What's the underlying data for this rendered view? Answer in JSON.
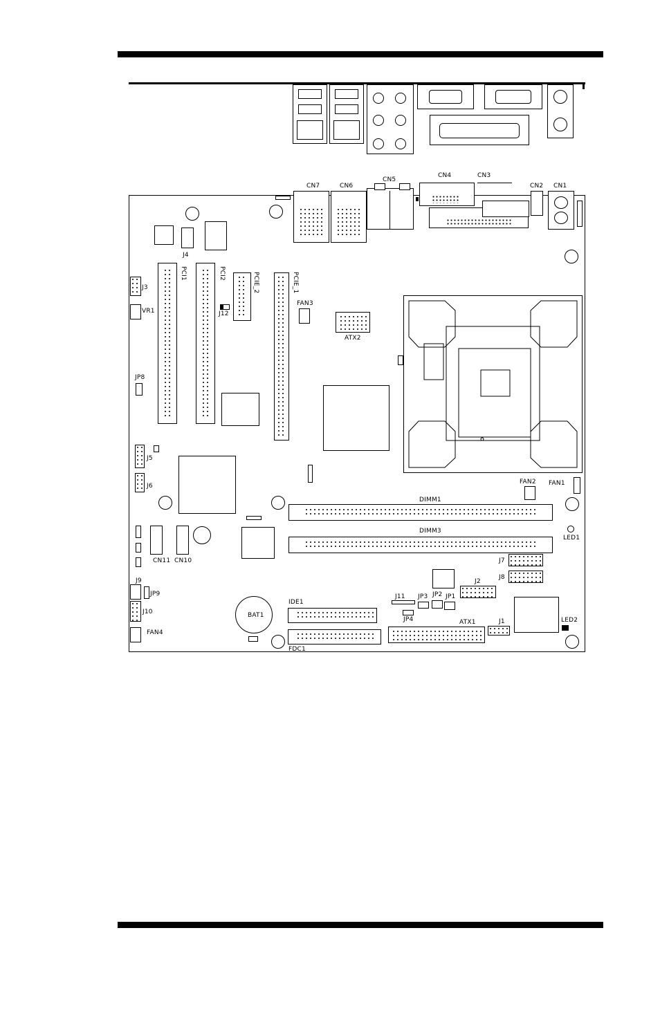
{
  "labels": {
    "cn7": "CN7",
    "cn6": "CN6",
    "cn5": "CN5",
    "cn4": "CN4",
    "cn3": "CN3",
    "cn2": "CN2",
    "cn1": "CN1",
    "j4": "J4",
    "j3": "J3",
    "vr1": "VR1",
    "pci1": "PCI1",
    "pci2": "PCI2",
    "pcie2": "PCIE_2",
    "pcie1": "PCIE_1",
    "j12": "J12",
    "fan3": "FAN3",
    "atx2": "ATX2",
    "jp8": "JP8",
    "j5": "J5",
    "j6": "J6",
    "fan2": "FAN2",
    "fan1": "FAN1",
    "dimm1": "DIMM1",
    "dimm3": "DIMM3",
    "led1": "LED1",
    "led2": "LED2",
    "cn11": "CN11",
    "cn10": "CN10",
    "j7": "J7",
    "j8": "J8",
    "j2": "J2",
    "j9": "J9",
    "jp9": "JP9",
    "j10": "J10",
    "fan4": "FAN4",
    "bat1": "BAT1",
    "ide1": "IDE1",
    "fdc1": "FDC1",
    "j11": "J11",
    "jp3": "JP3",
    "jp2": "JP2",
    "jp1": "JP1",
    "jp4": "JP4",
    "atx1": "ATX1",
    "j1": "J1"
  },
  "colors": {
    "ink": "#000000",
    "paper": "#ffffff"
  }
}
